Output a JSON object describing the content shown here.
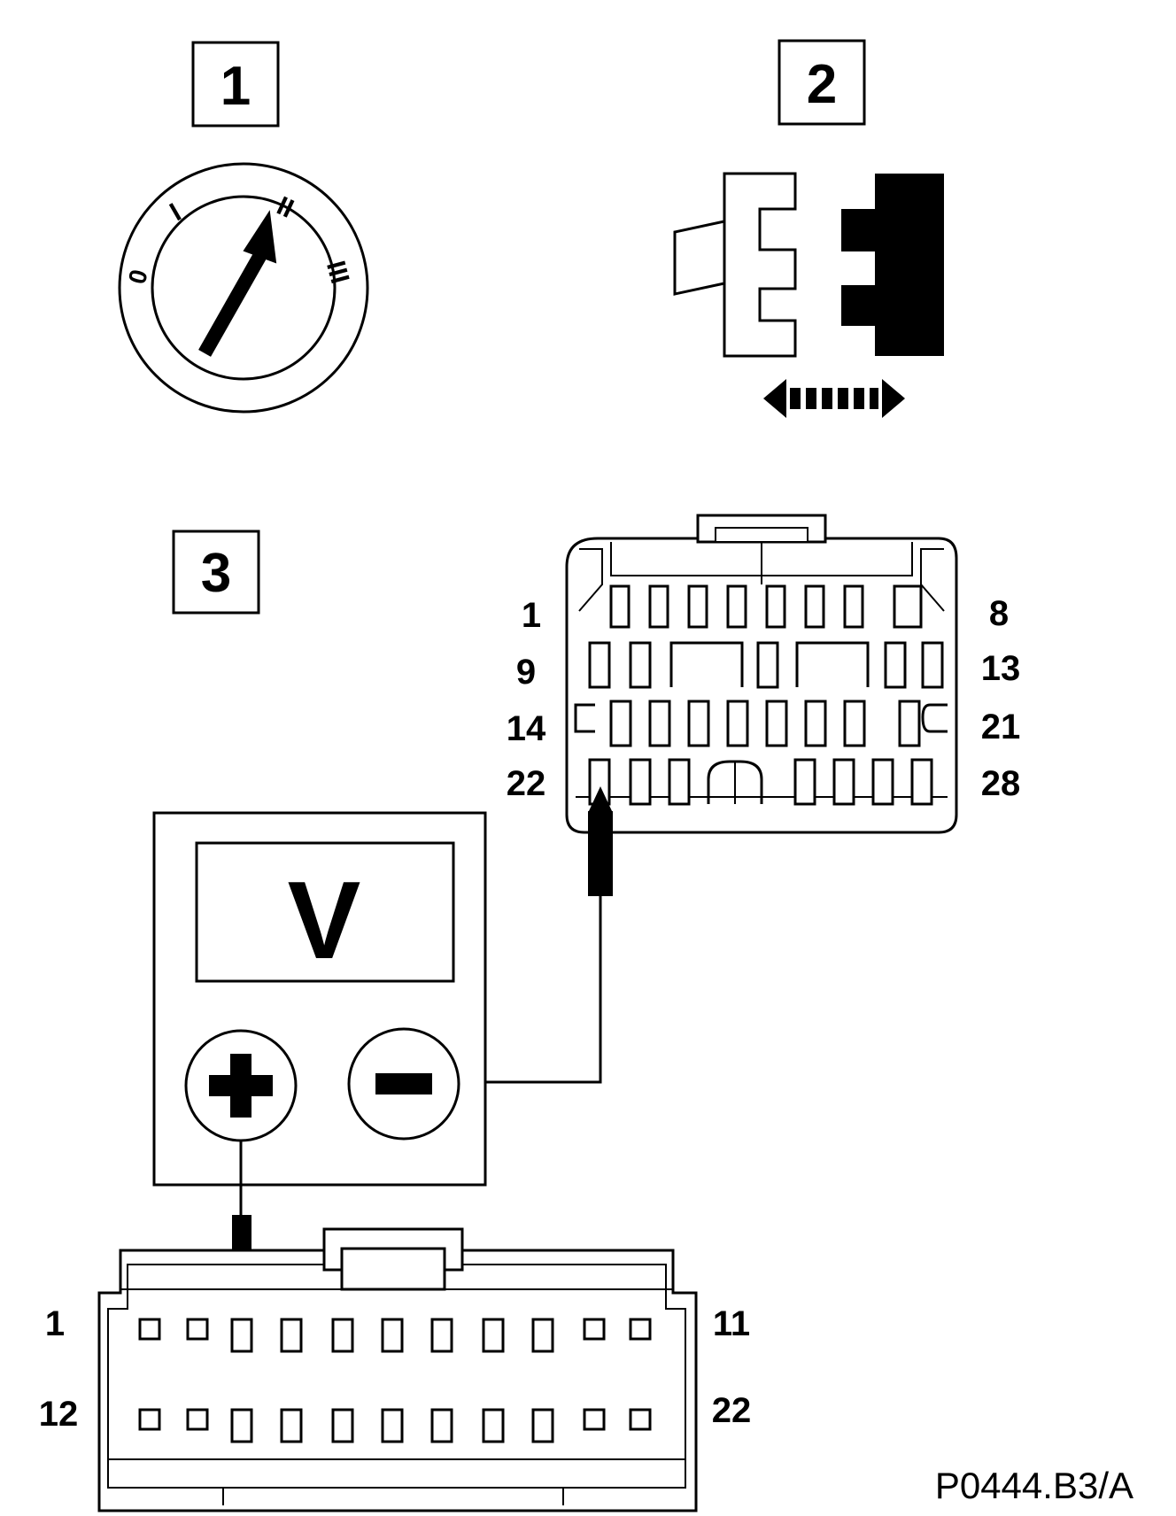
{
  "steps": {
    "step1": "1",
    "step2": "2",
    "step3": "3"
  },
  "ignition_switch": {
    "pos_0": "0",
    "pos_1": "I",
    "pos_2": "II",
    "pos_3": "III"
  },
  "meter": {
    "display": "V",
    "plus": "+",
    "minus": "−"
  },
  "connector_28": {
    "row1_start": "1",
    "row1_end": "8",
    "row2_start": "9",
    "row2_end": "13",
    "row3_start": "14",
    "row3_end": "21",
    "row4_start": "22",
    "row4_end": "28"
  },
  "connector_22": {
    "row1_start": "1",
    "row1_end": "11",
    "row2_start": "12",
    "row2_end": "22"
  },
  "figure_code": "P0444.B3/A"
}
